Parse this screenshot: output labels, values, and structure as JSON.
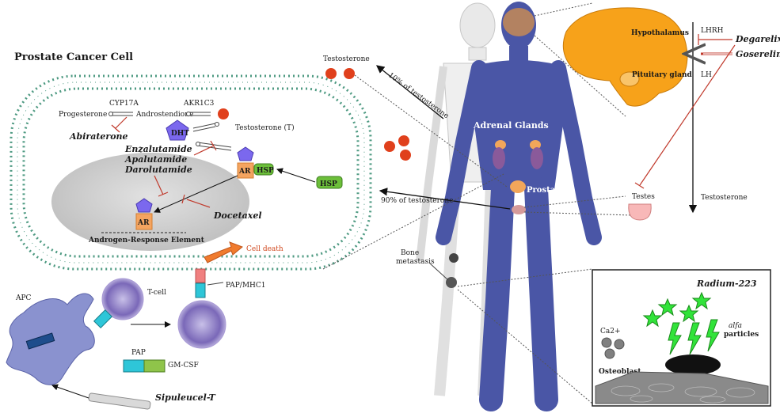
{
  "title": "Prostate Cancer Cell",
  "cell": {
    "progesterone": "Progesterone",
    "cyp17a": "CYP17A",
    "androstendione": "Androstendione",
    "akr1c3": "AKR1C3",
    "testosterone_t": "Testosterone (T)",
    "abiraterone": "Abiraterone",
    "dht": "DHT",
    "enzalutamide": "Enzalutamide",
    "apalutamide": "Apalutamide",
    "darolutamide": "Darolutamide",
    "ar": "AR",
    "hsp": "HSP",
    "docetaxel": "Docetaxel",
    "are": "Androgen-Response Element",
    "cell_death": "Cell death"
  },
  "immune": {
    "apc": "APC",
    "tcell": "T-cell",
    "pap_mhc1": "PAP/MHC1",
    "pap": "PAP",
    "gmcsf": "GM-CSF",
    "sipuleucel": "Sipuleucel-T"
  },
  "body": {
    "testosterone_top": "Testosterone",
    "ten_pct": "10% of testosterone",
    "ninety_pct": "90% of testosterone",
    "adrenal": "Adrenal Glands",
    "prostate": "Prostate",
    "bone_metastasis_1": "Bone",
    "bone_metastasis_2": "metastasis"
  },
  "axis": {
    "hypothalamus": "Hypothalamus",
    "pituitary": "Pituitary gland",
    "lhrh": "LHRH",
    "lh": "LH",
    "degarelix": "Degarelix",
    "goserelin": "Goserelin",
    "testes": "Testes",
    "testosterone": "Testosterone"
  },
  "bone": {
    "radium": "Radium-223",
    "alfa": "alfa",
    "particles": "particles",
    "ca": "Ca2+",
    "osteoblast": "Osteoblast"
  },
  "colors": {
    "membrane": "#4e9a82",
    "red_drug": "#c0392b",
    "dht": "#7b68ee",
    "ar": "#f4a460",
    "hsp": "#6cbf3a",
    "body": "#4a56a6"
  }
}
